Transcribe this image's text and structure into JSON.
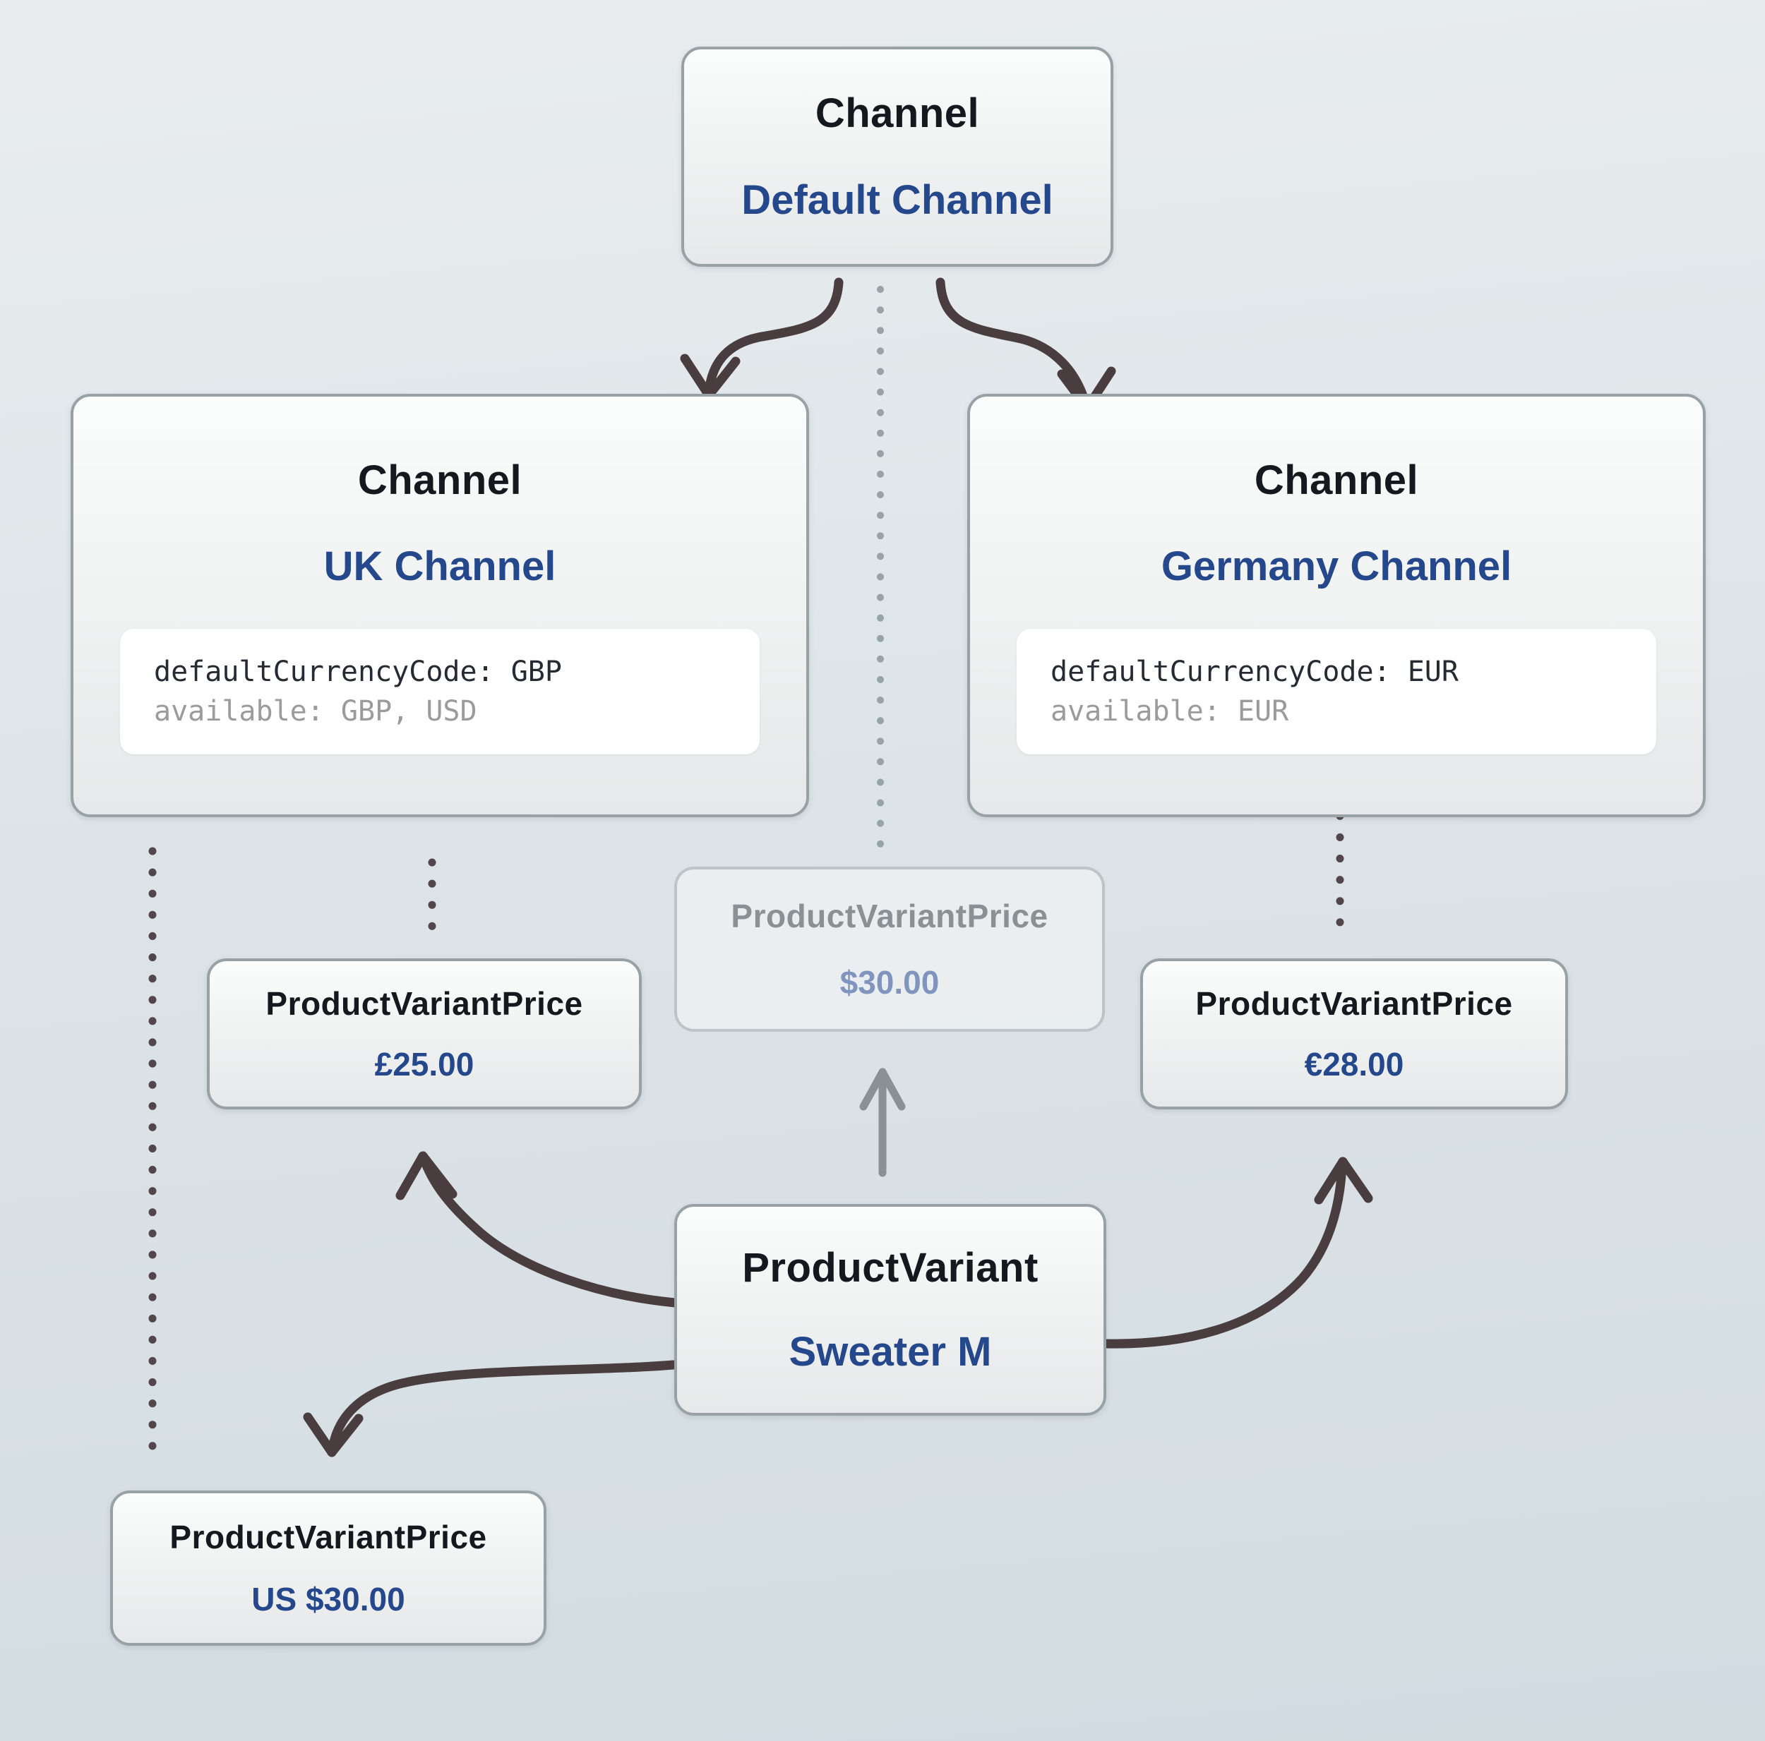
{
  "colors": {
    "background_top": "#e9edef",
    "background_bottom": "#d2dce1",
    "box_border": "#98a2a6",
    "box_fill_top": "#fbfcfc",
    "box_fill_bottom": "#e6e8e9",
    "heading": "#15191f",
    "accent_blue": "#25488c",
    "code_dark": "#262b33",
    "code_gray": "#9b9b9b",
    "arrow_dark": "#4a3d3f",
    "dot_dark": "#52464a",
    "dot_gray": "#98a2a9",
    "arrow_gray": "#8a9096",
    "faded_title": "#8a9094",
    "faded_price": "#8095bd"
  },
  "nodes": {
    "default_channel": {
      "type": "Channel",
      "name": "Default Channel"
    },
    "uk_channel": {
      "type": "Channel",
      "name": "UK Channel",
      "code": [
        "defaultCurrencyCode: GBP",
        "available: GBP, USD"
      ]
    },
    "germany_channel": {
      "type": "Channel",
      "name": "Germany Channel",
      "code": [
        "defaultCurrencyCode: EUR",
        "available: EUR"
      ]
    },
    "default_price": {
      "type": "ProductVariantPrice",
      "value": "$30.00"
    },
    "uk_price": {
      "type": "ProductVariantPrice",
      "value": "£25.00"
    },
    "germany_price": {
      "type": "ProductVariantPrice",
      "value": "€28.00"
    },
    "product_variant": {
      "type": "ProductVariant",
      "name": "Sweater M"
    },
    "usd_price": {
      "type": "ProductVariantPrice",
      "value": "US $30.00"
    }
  },
  "edges": [
    {
      "from": "Default Channel",
      "to": "UK Channel",
      "style": "curved-arrow-dark"
    },
    {
      "from": "Default Channel",
      "to": "Germany Channel",
      "style": "curved-arrow-dark"
    },
    {
      "from": "Default Channel",
      "to": "ProductVariantPrice $30.00",
      "style": "dotted-gray"
    },
    {
      "from": "UK Channel",
      "to": "ProductVariantPrice £25.00",
      "style": "dotted-dark"
    },
    {
      "from": "UK Channel",
      "to": "ProductVariantPrice US $30.00",
      "style": "dotted-dark"
    },
    {
      "from": "Germany Channel",
      "to": "ProductVariantPrice €28.00",
      "style": "dotted-dark"
    },
    {
      "from": "ProductVariant Sweater M",
      "to": "ProductVariantPrice £25.00",
      "style": "curved-arrow-dark"
    },
    {
      "from": "ProductVariant Sweater M",
      "to": "ProductVariantPrice US $30.00",
      "style": "curved-arrow-dark"
    },
    {
      "from": "ProductVariant Sweater M",
      "to": "ProductVariantPrice €28.00",
      "style": "curved-arrow-dark"
    },
    {
      "from": "ProductVariant Sweater M",
      "to": "ProductVariantPrice $30.00",
      "style": "straight-arrow-gray"
    }
  ]
}
